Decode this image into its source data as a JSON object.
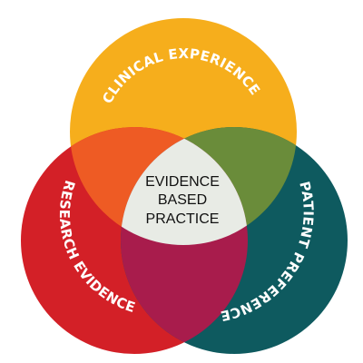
{
  "diagram": {
    "circles": [
      {
        "id": "clinical",
        "label": "CLINICAL EXPERIENCE",
        "color": "#f6ae1c"
      },
      {
        "id": "research",
        "label": "RESEARCH EVIDENCE",
        "color": "#d32027"
      },
      {
        "id": "patient",
        "label": "PATIENT PREFERENCE",
        "color": "#0e5a5f"
      }
    ],
    "overlaps": {
      "clinical_research": "#ee5b24",
      "clinical_patient": "#6a8c3a",
      "research_patient": "#a81c4c",
      "center": "#e8ebe5"
    },
    "center": {
      "lines": [
        "EVIDENCE",
        "BASED",
        "PRACTICE"
      ]
    }
  }
}
